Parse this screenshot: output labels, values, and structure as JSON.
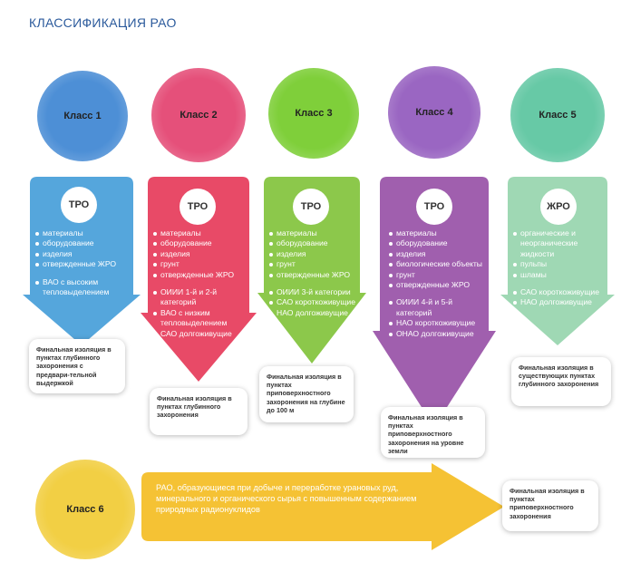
{
  "title": "КЛАССИФИКАЦИЯ РАО",
  "classes": [
    {
      "label": "Класс 1",
      "color": "#55a6dc",
      "circle_color": "#4d8fd6",
      "type": "ТРО",
      "groups": [
        [
          "материалы",
          "оборудование",
          "изделия",
          "отвержденные ЖРО"
        ],
        [
          "ВАО с высоким тепловыделением"
        ]
      ],
      "final": "Финальная изоляция в пунктах глубинного захоронения с предвари-тельной выдержкой"
    },
    {
      "label": "Класс 2",
      "color": "#e84a67",
      "circle_color": "#e5507a",
      "type": "ТРО",
      "groups": [
        [
          "материалы",
          "оборудование",
          "изделия",
          "грунт",
          "отвержденные ЖРО"
        ],
        [
          "ОИИИ 1-й и 2-й категорий",
          "ВАО с низким тепловыделением",
          "САО долгоживущие"
        ]
      ],
      "final": "Финальная изоляция в пунктах глубинного захоронения"
    },
    {
      "label": "Класс 3",
      "color": "#8cc84b",
      "circle_color": "#7fcf3a",
      "type": "ТРО",
      "groups": [
        [
          "материалы",
          "оборудование",
          "изделия",
          "грунт",
          "отвержденные ЖРО"
        ],
        [
          "ОИИИ 3-й категории",
          "САО короткоживущие",
          "НАО долгоживущие"
        ]
      ],
      "final": "Финальная изоляция в пунктах приповерхностного захоронения на глубине до 100 м"
    },
    {
      "label": "Класс 4",
      "color": "#a05fae",
      "circle_color": "#9a66c2",
      "type": "ТРО",
      "groups": [
        [
          "материалы",
          "оборудование",
          "изделия",
          "биологические объекты",
          "грунт",
          "отвержденные ЖРО"
        ],
        [
          "ОИИИ 4-й и 5-й категорий",
          "НАО короткоживущие",
          "ОНАО долгоживущие"
        ]
      ],
      "final": "Финальная изоляция в пунктах приповерхностного захоронения на уровне земли"
    },
    {
      "label": "Класс 5",
      "color": "#9fd8b4",
      "circle_color": "#67c9a6",
      "type": "ЖРО",
      "groups": [
        [
          "органические и неорганические жидкости",
          "пульпы",
          "шламы"
        ],
        [
          "САО короткоживущие",
          "НАО долгоживущие"
        ]
      ],
      "final": "Финальная изоляция в существующих пунктах глубинного захоронения"
    }
  ],
  "class6": {
    "label": "Класс 6",
    "color": "#f5c234",
    "circle_color": "#f2cf44",
    "text": "РАО, образующиеся при добыче и переработке урановых руд, минерального и органического сырья с повышенным содержанием природных радионуклидов",
    "final": "Финальная изоляция в пунктах приповерхностного захоронения"
  }
}
